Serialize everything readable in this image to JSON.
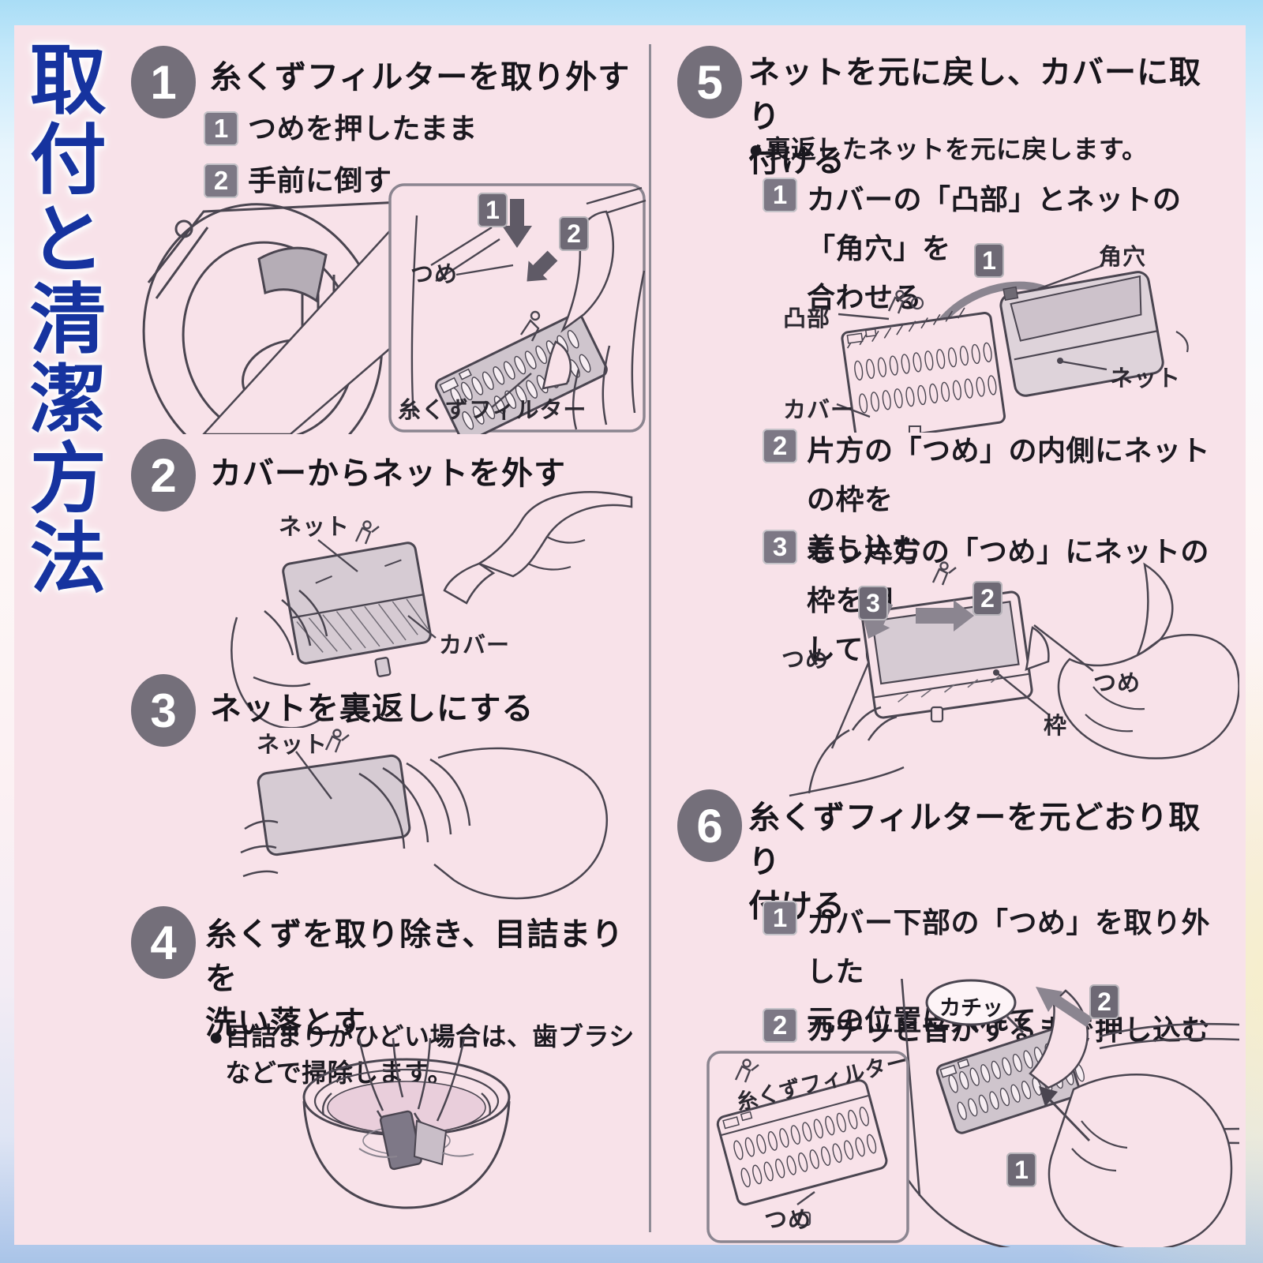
{
  "colors": {
    "panel_pink": "#f8e2e9",
    "accent_blue": "#16339f",
    "step_circle_gray": "#746f7a",
    "line_art": "#4a4550"
  },
  "sidebar_title": "取付と清潔方法",
  "steps": {
    "s1": {
      "num": "1",
      "title": "糸くずフィルターを取り外す",
      "substeps": [
        {
          "n": "1",
          "t": "つめを押したまま"
        },
        {
          "n": "2",
          "t": "手前に倒す"
        }
      ],
      "tags": {
        "t1": "1",
        "t2": "2"
      },
      "labels": {
        "tsume": "つめ",
        "filter": "糸くずフィルター"
      }
    },
    "s2": {
      "num": "2",
      "title": "カバーからネットを外す",
      "labels": {
        "net": "ネット",
        "cover": "カバー"
      }
    },
    "s3": {
      "num": "3",
      "title": "ネットを裏返しにする",
      "labels": {
        "net": "ネット"
      }
    },
    "s4": {
      "num": "4",
      "title": "糸くずを取り除き、目詰まりを\n洗い落とす",
      "note_bullet": "●",
      "note": "目詰まりがひどい場合は、歯ブラシ\nなどで掃除します。"
    },
    "s5": {
      "num": "5",
      "title": "ネットを元に戻し、カバーに取り\n付ける",
      "note_bullet": "●",
      "note": "裏返したネットを元に戻します。",
      "substeps": [
        {
          "n": "1",
          "t": "カバーの「凸部」とネットの「角穴」を\n合わせる"
        },
        {
          "n": "2",
          "t": "片方の「つめ」の内側にネットの枠を\n差し込む"
        },
        {
          "n": "3",
          "t": "もう片方の「つめ」にネットの枠を押\nしてはめ込む"
        }
      ],
      "tags": {
        "t1": "1",
        "t2": "2",
        "t3": "3"
      },
      "labels": {
        "totsubu": "凸部",
        "cover": "カバー",
        "kakuana": "角穴",
        "net": "ネット",
        "tsume_left": "つめ",
        "tsume_right": "つめ",
        "waku": "枠"
      }
    },
    "s6": {
      "num": "6",
      "title": "糸くずフィルターを元どおり取り\n付ける",
      "substeps": [
        {
          "n": "1",
          "t": "カバー下部の「つめ」を取り外した\n元の位置に入れて"
        },
        {
          "n": "2",
          "t": "カチッと音がするまで押し込む"
        }
      ],
      "tags": {
        "t1": "1",
        "t2": "2"
      },
      "labels": {
        "click": "カチッ",
        "filter": "糸くずフィルター",
        "tsume": "つめ"
      }
    }
  }
}
